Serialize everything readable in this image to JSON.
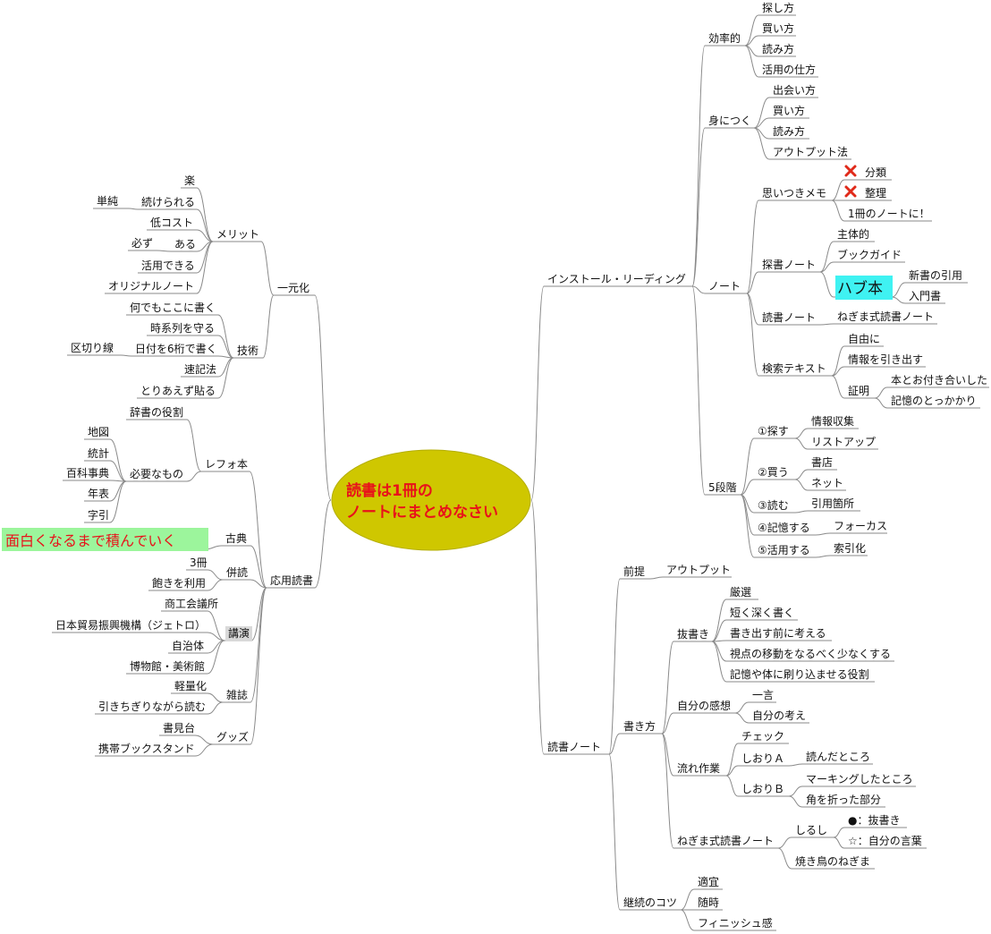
{
  "center": {
    "line1": "読書は1冊の",
    "line2": "ノートにまとめなさい"
  },
  "branches": {
    "b0": "インストール・リーディング",
    "b1": "効率的",
    "b2": "探し方",
    "b3": "買い方",
    "b4": "読み方",
    "b5": "活用の仕方",
    "b6": "身につく",
    "b7": "出会い方",
    "b8": "買い方",
    "b9": "読み方",
    "b10": "アウトプット法",
    "b11": "ノート",
    "b12": "思いつきメモ",
    "b13": "分類",
    "b14": "整理",
    "b15": "1冊のノートに！",
    "b16": "探書ノート",
    "b17": "主体的",
    "b18": "ブックガイド",
    "b19": "ハブ本",
    "b20": "新書の引用",
    "b21": "入門書",
    "b22": "読書ノート",
    "b23": "ねぎま式読書ノート",
    "b24": "検索テキスト",
    "b25": "自由に",
    "b26": "情報を引き出す",
    "b27": "証明",
    "b28": "本とお付き合いした",
    "b29": "記憶のとっかかり",
    "b30": "5段階",
    "b31": "①探す",
    "b32": "情報収集",
    "b33": "リストアップ",
    "b34": "②買う",
    "b35": "書店",
    "b36": "ネット",
    "b37": "③読む",
    "b38": "引用箇所",
    "b39": "④記憶する",
    "b40": "フォーカス",
    "b41": "⑤活用する",
    "b42": "索引化",
    "b43": "読書ノート",
    "b44": "前提",
    "b45": "アウトプット",
    "b46": "書き方",
    "b47": "抜書き",
    "b48": "厳選",
    "b49": "短く深く書く",
    "b50": "書き出す前に考える",
    "b51": "視点の移動をなるべく少なくする",
    "b52": "記憶や体に刷り込ませる役割",
    "b53": "自分の感想",
    "b54": "一言",
    "b55": "自分の考え",
    "b56": "流れ作業",
    "b57": "チェック",
    "b58": "しおりＡ",
    "b59": "読んだところ",
    "b60": "しおりＢ",
    "b61": "マーキングしたところ",
    "b62": "角を折った部分",
    "b63": "ねぎま式読書ノート",
    "b64": "しるし",
    "b65": "●：抜書き",
    "b66": "☆：自分の言葉",
    "b67": "焼き鳥のねぎま",
    "b68": "継続のコツ",
    "b69": "適宜",
    "b70": "随時",
    "b71": "フィニッシュ感",
    "b72": "一元化",
    "b73": "メリット",
    "b74": "楽",
    "b75": "続けられる",
    "b76": "単純",
    "b77": "低コスト",
    "b78": "ある",
    "b79": "必ず",
    "b80": "活用できる",
    "b81": "オリジナルノート",
    "b82": "技術",
    "b83": "何でもここに書く",
    "b84": "時系列を守る",
    "b85": "日付を6桁で書く",
    "b86": "区切り線",
    "b87": "速記法",
    "b88": "とりあえず貼る",
    "b89": "応用読書",
    "b90": "レフォ本",
    "b91": "辞書の役割",
    "b92": "必要なもの",
    "b93": "地図",
    "b94": "統計",
    "b95": "百科事典",
    "b96": "年表",
    "b97": "字引",
    "b98": "古典",
    "b99": "面白くなるまで積んでいく",
    "b100": "併読",
    "b101": "3冊",
    "b102": "飽きを利用",
    "b103": "講演",
    "b104": "商工会議所",
    "b105": "日本貿易振興機構（ジェトロ）",
    "b106": "自治体",
    "b107": "博物館・美術館",
    "b108": "雑誌",
    "b109": "軽量化",
    "b110": "引きちぎりながら読む",
    "b111": "グッズ",
    "b112": "書見台",
    "b113": "携帯ブックスタンド"
  },
  "icons": {
    "x_mark": "red-x-icon"
  },
  "colors": {
    "center_fill": "#cfc700",
    "center_text": "#e8121a",
    "line": "#8a8a8a",
    "hub_highlight": "#3ff2f2",
    "koten_highlight": "#9cf59c",
    "koten_text": "#e8121a",
    "kouen_highlight": "#d9d9d9"
  }
}
